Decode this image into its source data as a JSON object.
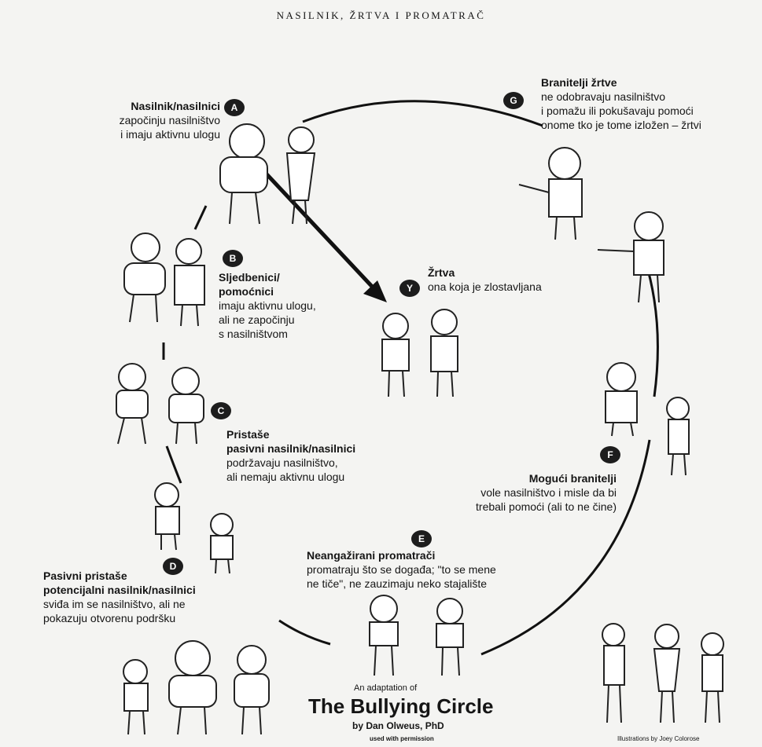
{
  "header": "NASILNIK, ŽRTVA I PROMATRAČ",
  "roles": [
    {
      "letter": "A",
      "title": "Nasilnik/nasilnici",
      "lines": [
        "započinju nasilništvo",
        "i imaju aktivnu ulogu"
      ]
    },
    {
      "letter": "B",
      "title": "Sljedbenici/",
      "title2": "pomoćnici",
      "lines": [
        "imaju aktivnu ulogu,",
        "ali ne započinju",
        "s nasilništvom"
      ]
    },
    {
      "letter": "C",
      "title": "Pristaše",
      "title2": "pasivni nasilnik/nasilnici",
      "lines": [
        "podržavaju nasilništvo,",
        "ali nemaju aktivnu ulogu"
      ]
    },
    {
      "letter": "D",
      "title": "Pasivni pristaše",
      "title2": "potencijalni nasilnik/nasilnici",
      "lines": [
        "sviđa im se nasilništvo, ali ne",
        "pokazuju otvorenu podršku"
      ]
    },
    {
      "letter": "E",
      "title": "Neangažirani promatrači",
      "lines": [
        "promatraju što se događa; \"to se mene",
        "ne tiče\", ne zauzimaju neko stajalište"
      ]
    },
    {
      "letter": "F",
      "title": "Mogući branitelji",
      "lines": [
        "vole nasilništvo i misle da bi",
        "trebali pomoći (ali to ne čine)"
      ]
    },
    {
      "letter": "G",
      "title": "Branitelji žrtve",
      "lines": [
        "ne odobravaju nasilništvo",
        "i pomažu ili pokušavaju pomoći",
        "onome tko je tome izložen – žrtvi"
      ]
    },
    {
      "letter": "Y",
      "title": "Žrtva",
      "lines": [
        "ona koja je zlostavljana"
      ]
    }
  ],
  "footer": {
    "adaptation": "An adaptation of",
    "title": "The Bullying Circle",
    "author": "by Dan Olweus, PhD",
    "permission": "used with permission",
    "illustrations": "Illustrations by Joey Colorose"
  }
}
